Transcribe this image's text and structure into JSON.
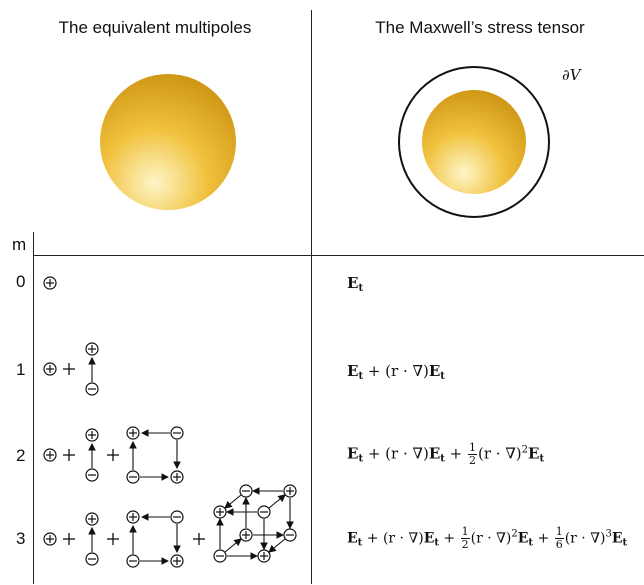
{
  "headers": {
    "left": "The equivalent multipoles",
    "right": "The Maxwell’s stress tensor"
  },
  "surface_label": "∂V",
  "m_label": "m",
  "rows": [
    {
      "m": "0"
    },
    {
      "m": "1"
    },
    {
      "m": "2"
    },
    {
      "m": "3"
    }
  ],
  "formula_tokens": {
    "E": "E",
    "t": "t",
    "plus": " + ",
    "rdot": "(r · ∇)",
    "one": "1",
    "two": "2",
    "six": "6",
    "sq": "2",
    "cube": "3"
  },
  "colors": {
    "sphere_light": "#fdf6c8",
    "sphere_mid": "#f1c23e",
    "sphere_dark": "#c9900e",
    "line": "#222222"
  },
  "icons": [
    "plus-charge-icon",
    "minus-charge-icon",
    "arrow-icon"
  ]
}
